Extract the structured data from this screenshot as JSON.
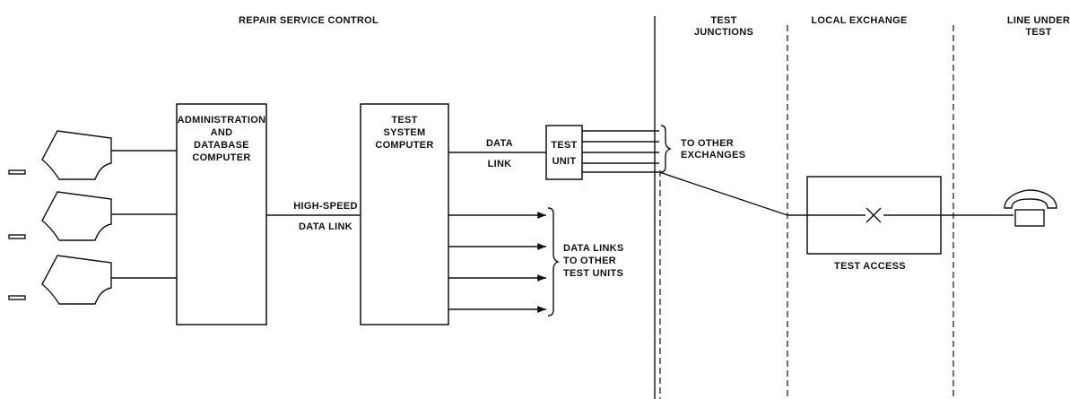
{
  "headers": {
    "repair_service_control": "REPAIR SERVICE CONTROL",
    "test_junctions": [
      "TEST",
      "JUNCTIONS"
    ],
    "local_exchange": "LOCAL EXCHANGE",
    "line_under_test": [
      "LINE UNDER",
      "TEST"
    ]
  },
  "boxes": {
    "admin": [
      "ADMINISTRATION",
      "AND",
      "DATABASE",
      "COMPUTER"
    ],
    "test_system": [
      "TEST",
      "SYSTEM",
      "COMPUTER"
    ],
    "test_unit": [
      "TEST",
      "UNIT"
    ]
  },
  "labels": {
    "data_link": [
      "DATA",
      "LINK"
    ],
    "high_speed": [
      "HIGH-SPEED",
      "DATA LINK"
    ],
    "to_other_exchanges": [
      "TO OTHER",
      "EXCHANGES"
    ],
    "data_links_to_other": [
      "DATA LINKS",
      "TO OTHER",
      "TEST UNITS"
    ],
    "test_access": "TEST ACCESS"
  }
}
